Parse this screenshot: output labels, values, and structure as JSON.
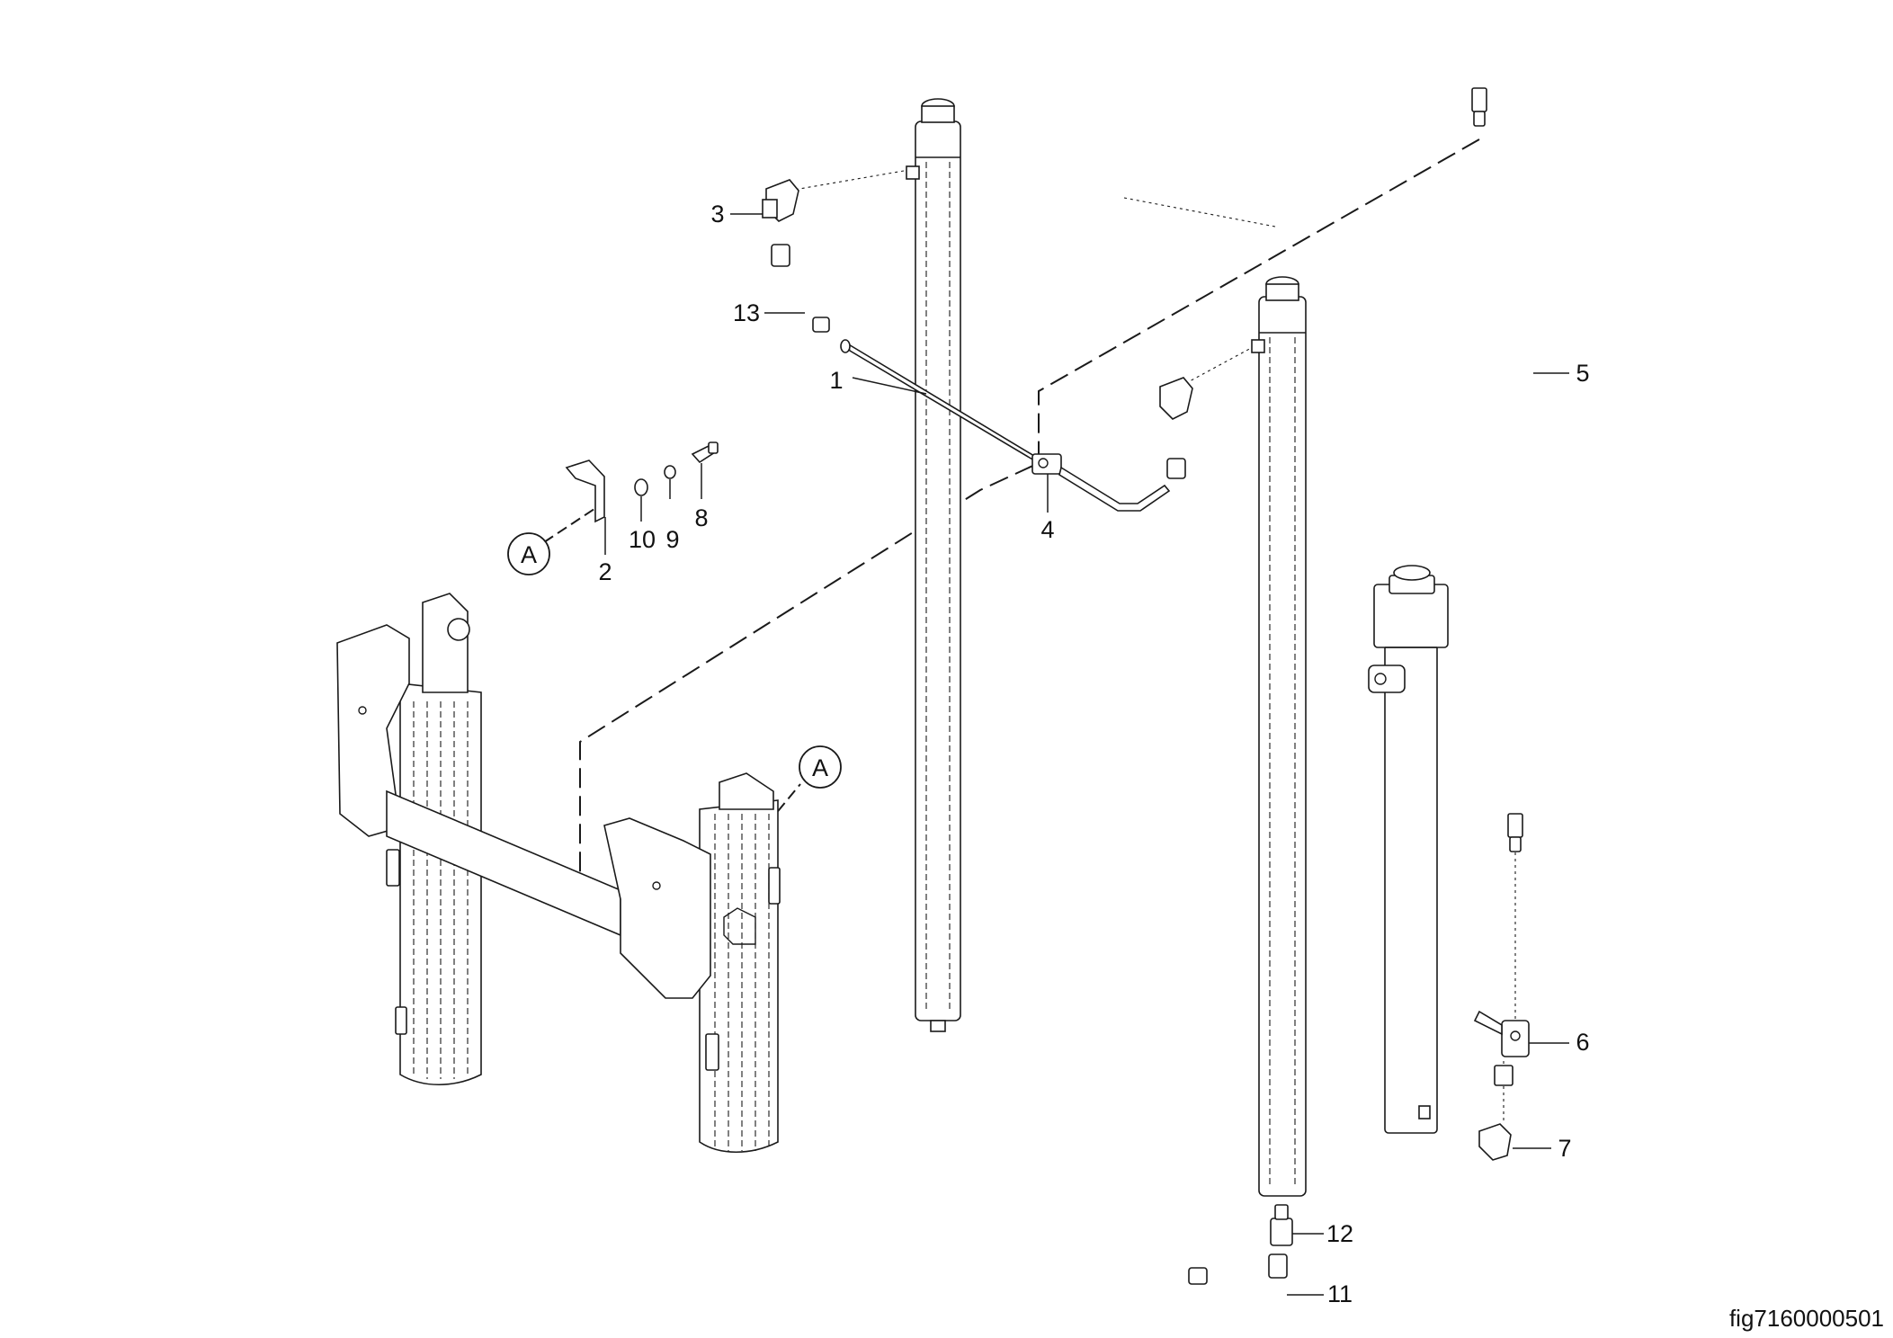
{
  "figure": {
    "reference": "fig7160000501"
  },
  "callouts": {
    "c1": "1",
    "c2": "2",
    "c3": "3",
    "c4": "4",
    "c5": "5",
    "c6": "6",
    "c7": "7",
    "c8": "8",
    "c9": "9",
    "c10": "10",
    "c11": "11",
    "c12": "12",
    "c13": "13"
  },
  "detail_markers": {
    "upper": "A",
    "lower": "A"
  }
}
